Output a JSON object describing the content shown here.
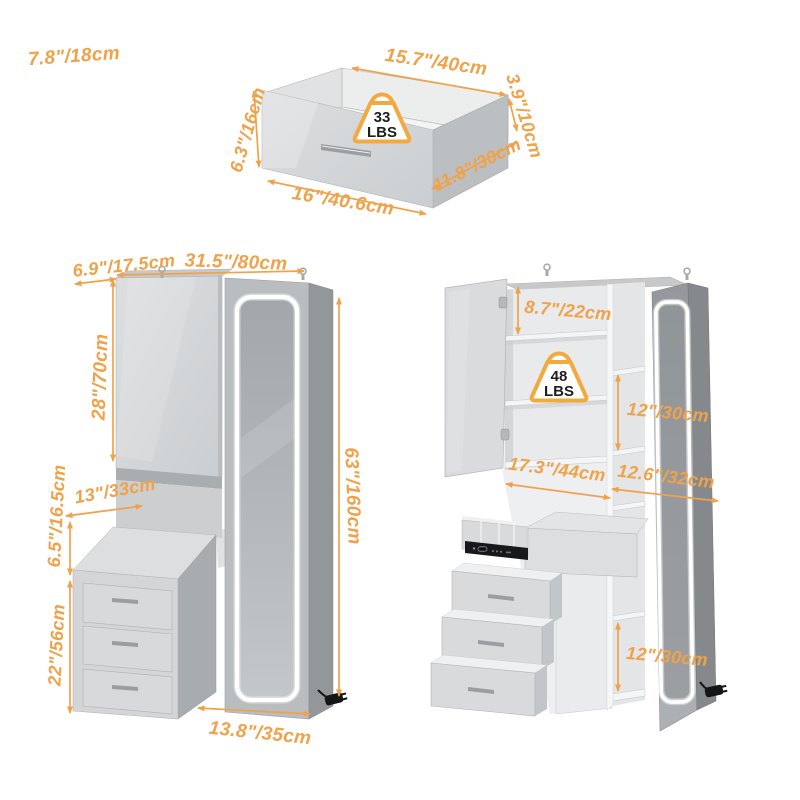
{
  "accent_color": "#F0A24A",
  "background_color": "#FFFFFF",
  "drawer_view": {
    "dims": {
      "wall_offset": "7.8\"/18cm",
      "inner_width": "15.7\"/40cm",
      "inner_height": "3.9\"/10cm",
      "depth": "11.8\"/30cm",
      "front_width": "16\"/40.6cm",
      "front_height": "6.3\"/16cm"
    },
    "weight_capacity": {
      "value": "33",
      "unit": "LBS"
    }
  },
  "closed_view": {
    "dims": {
      "top_depth": "6.9\"/17.5cm",
      "top_width": "31.5\"/80cm",
      "upper_cabinet_height": "28\"/70cm",
      "cabinet_depth": "13\"/33cm",
      "desk_height": "6.5\"/16.5cm",
      "chest_height": "22\"/56cm",
      "overall_height": "63\"/160cm",
      "mirror_panel_width": "13.8\"/35cm"
    }
  },
  "open_view": {
    "dims": {
      "top_compartment_height": "8.7\"/22cm",
      "side_compartment_height": "12\"/30cm",
      "interior_width": "17.3\"/44cm",
      "right_section_width": "12.6\"/32cm",
      "lower_compartment_height": "12\"/30cm"
    },
    "weight_capacity": {
      "value": "48",
      "unit": "LBS"
    }
  }
}
